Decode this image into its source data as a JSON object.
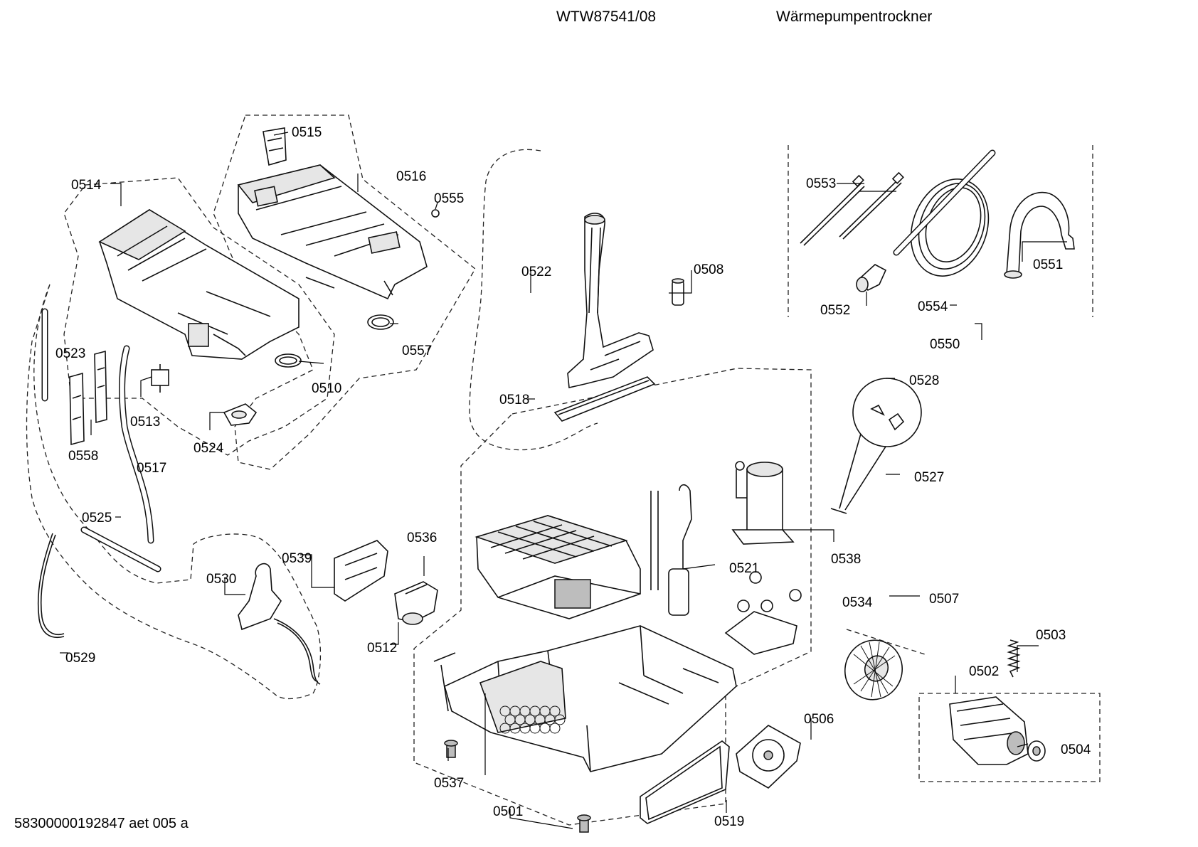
{
  "header": {
    "model": "WTW87541/08",
    "description": "Wärmepumpentrockner"
  },
  "footer": {
    "doc_id": "58300000192847 aet 005 a"
  },
  "labels": {
    "p0501": "0501",
    "p0502": "0502",
    "p0503": "0503",
    "p0504": "0504",
    "p0506": "0506",
    "p0507": "0507",
    "p0508": "0508",
    "p0510": "0510",
    "p0512": "0512",
    "p0513": "0513",
    "p0514": "0514",
    "p0515": "0515",
    "p0516": "0516",
    "p0517": "0517",
    "p0518": "0518",
    "p0519": "0519",
    "p0521": "0521",
    "p0522": "0522",
    "p0523": "0523",
    "p0524": "0524",
    "p0525": "0525",
    "p0527": "0527",
    "p0528": "0528",
    "p0529": "0529",
    "p0530": "0530",
    "p0534": "0534",
    "p0536": "0536",
    "p0537": "0537",
    "p0538": "0538",
    "p0539": "0539",
    "p0550": "0550",
    "p0551": "0551",
    "p0552": "0552",
    "p0553": "0553",
    "p0554": "0554",
    "p0555": "0555",
    "p0557": "0557",
    "p0558": "0558"
  }
}
